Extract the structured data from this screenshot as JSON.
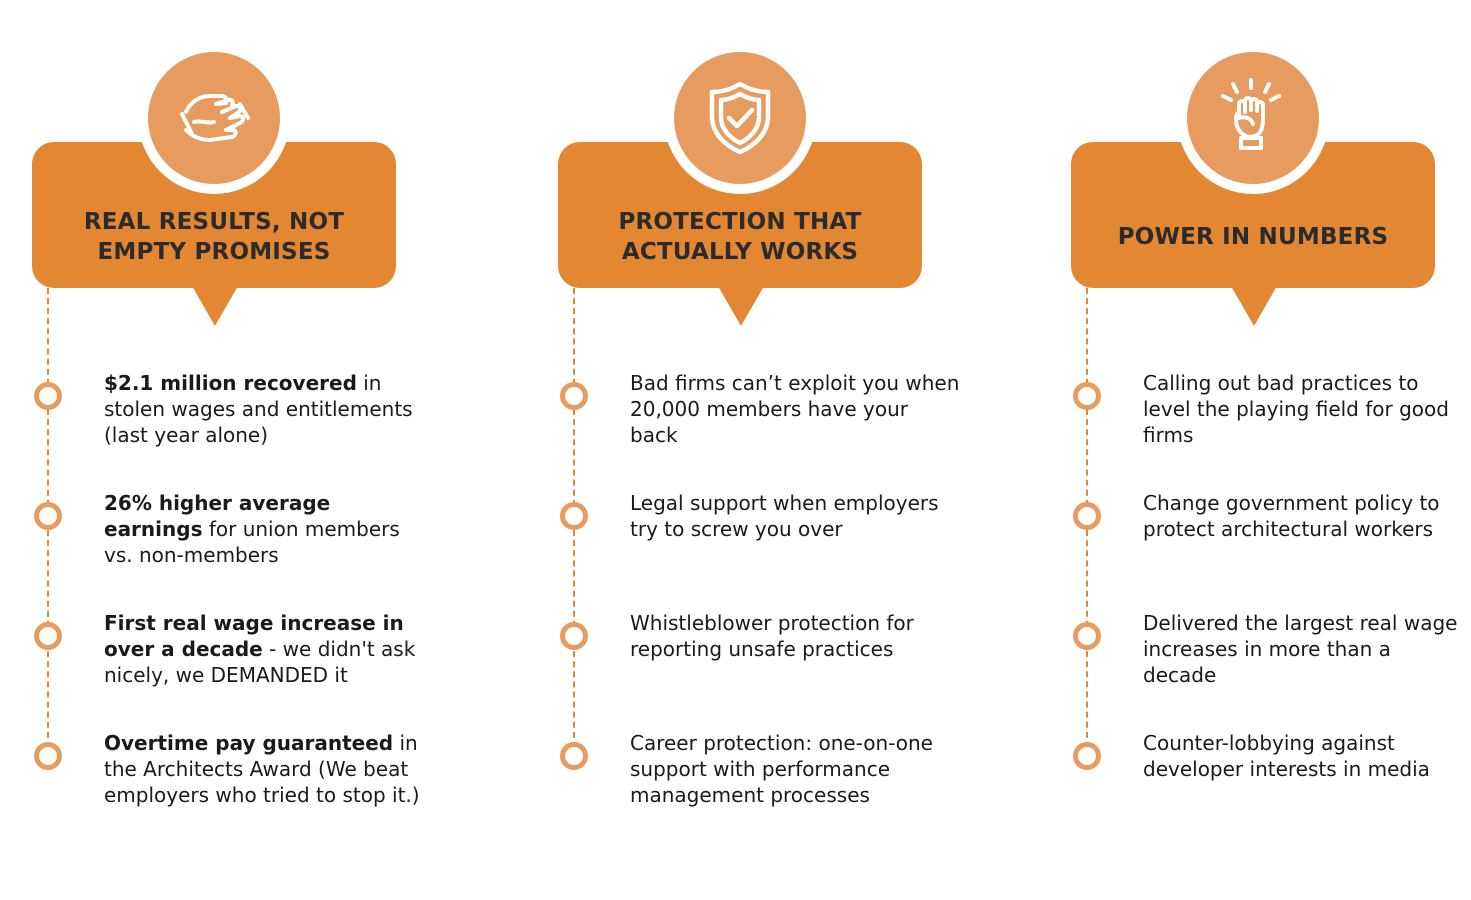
{
  "colors": {
    "accent": "#e38733",
    "accent_light": "#e89b5e",
    "text": "#1a1a1a"
  },
  "columns": [
    {
      "icon": "handshake-icon",
      "title_line1": "REAL RESULTS, NOT",
      "title_line2": "EMPTY PROMISES",
      "points": [
        {
          "bold": "$2.1 million recovered",
          "text": " in stolen wages and entitlements (last year alone)"
        },
        {
          "bold": "26% higher average earnings",
          "text": " for union members vs. non-members"
        },
        {
          "bold": "First real wage increase in over a decade",
          "text": " - we didn't ask nicely, we DEMANDED it"
        },
        {
          "bold": "Overtime pay guaranteed",
          "text": " in the Architects Award (We beat employers who tried to stop it.)"
        }
      ]
    },
    {
      "icon": "shield-check-icon",
      "title_line1": "PROTECTION THAT",
      "title_line2": "ACTUALLY WORKS",
      "points": [
        {
          "bold": "",
          "text": "Bad firms can’t exploit you when 20,000 members have your back"
        },
        {
          "bold": "",
          "text": "Legal support when employers try to screw you over"
        },
        {
          "bold": "",
          "text": "Whistleblower protection for reporting unsafe practices"
        },
        {
          "bold": "",
          "text": "Career protection: one-on-one support with performance management processes"
        }
      ]
    },
    {
      "icon": "raised-fist-icon",
      "title_line1": "POWER IN NUMBERS",
      "title_line2": "",
      "points": [
        {
          "bold": "",
          "text": "Calling out bad practices to level the playing field for good firms"
        },
        {
          "bold": "",
          "text": "Change government policy to protect architectural workers"
        },
        {
          "bold": "",
          "text": "Delivered the largest real wage increases in more than a decade"
        },
        {
          "bold": "",
          "text": "Counter-lobbying against developer interests in media"
        }
      ]
    }
  ]
}
